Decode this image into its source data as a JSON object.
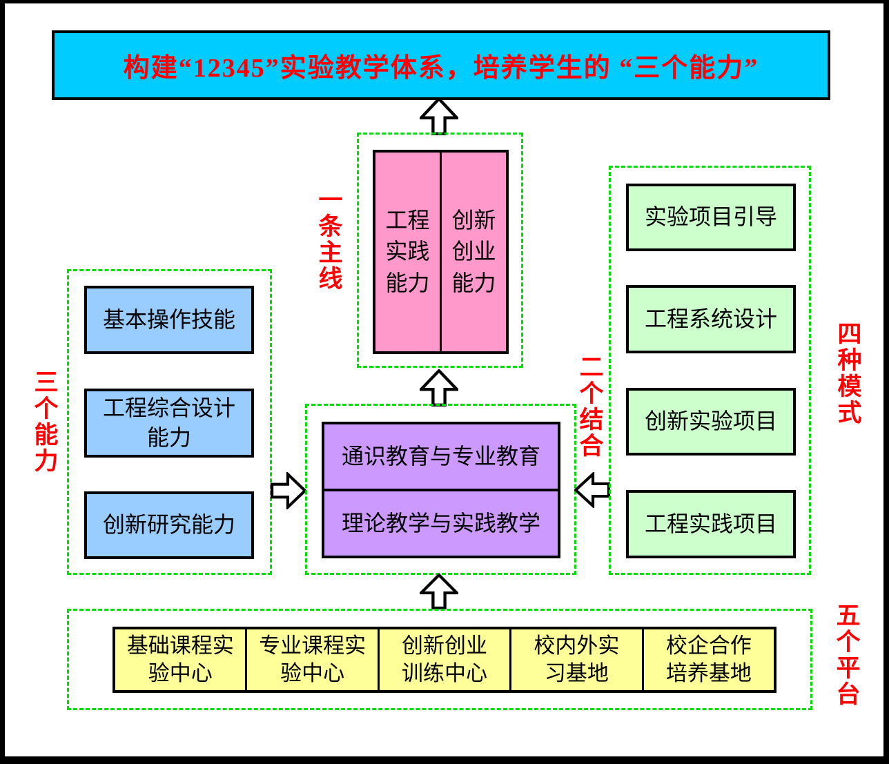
{
  "banner": {
    "text": "构建“12345”实验教学体系，培养学生的 “三个能力”"
  },
  "side_labels": {
    "main_line": "一条主线",
    "three_abilities": "三个能力",
    "two_combinations": "二个结合",
    "four_modes": "四种模式",
    "five_platforms": "五个平台"
  },
  "main_line_box": {
    "left_cell": "工程\n实践\n能力",
    "right_cell": "创新\n创业\n能力"
  },
  "abilities": {
    "items": [
      "基本操作技能",
      "工程综合设计\n能力",
      "创新研究能力"
    ]
  },
  "combinations": {
    "items": [
      "通识教育与专业教育",
      "理论教学与实践教学"
    ]
  },
  "modes": {
    "items": [
      "实验项目引导",
      "工程系统设计",
      "创新实验项目",
      "工程实践项目"
    ]
  },
  "platforms": {
    "items": [
      "基础课程实\n验中心",
      "专业课程实\n验中心",
      "创新创业\n训练中心",
      "校内外实\n习基地",
      "校企合作\n培养基地"
    ]
  },
  "icons": {
    "up_arrow": "up-arrow",
    "right_arrow": "right-arrow",
    "left_arrow": "left-arrow"
  },
  "colors": {
    "banner_bg": "#00CCFF",
    "banner_text": "#FF0000",
    "label_red": "#FF0000",
    "mainline_bg": "#FF99CC",
    "ability_bg": "#99CCFF",
    "combination_bg": "#CC99FF",
    "mode_bg": "#CCFFCC",
    "platform_bg": "#FFFF99",
    "dashed_green": "#00DD00",
    "border_black": "#000000"
  }
}
